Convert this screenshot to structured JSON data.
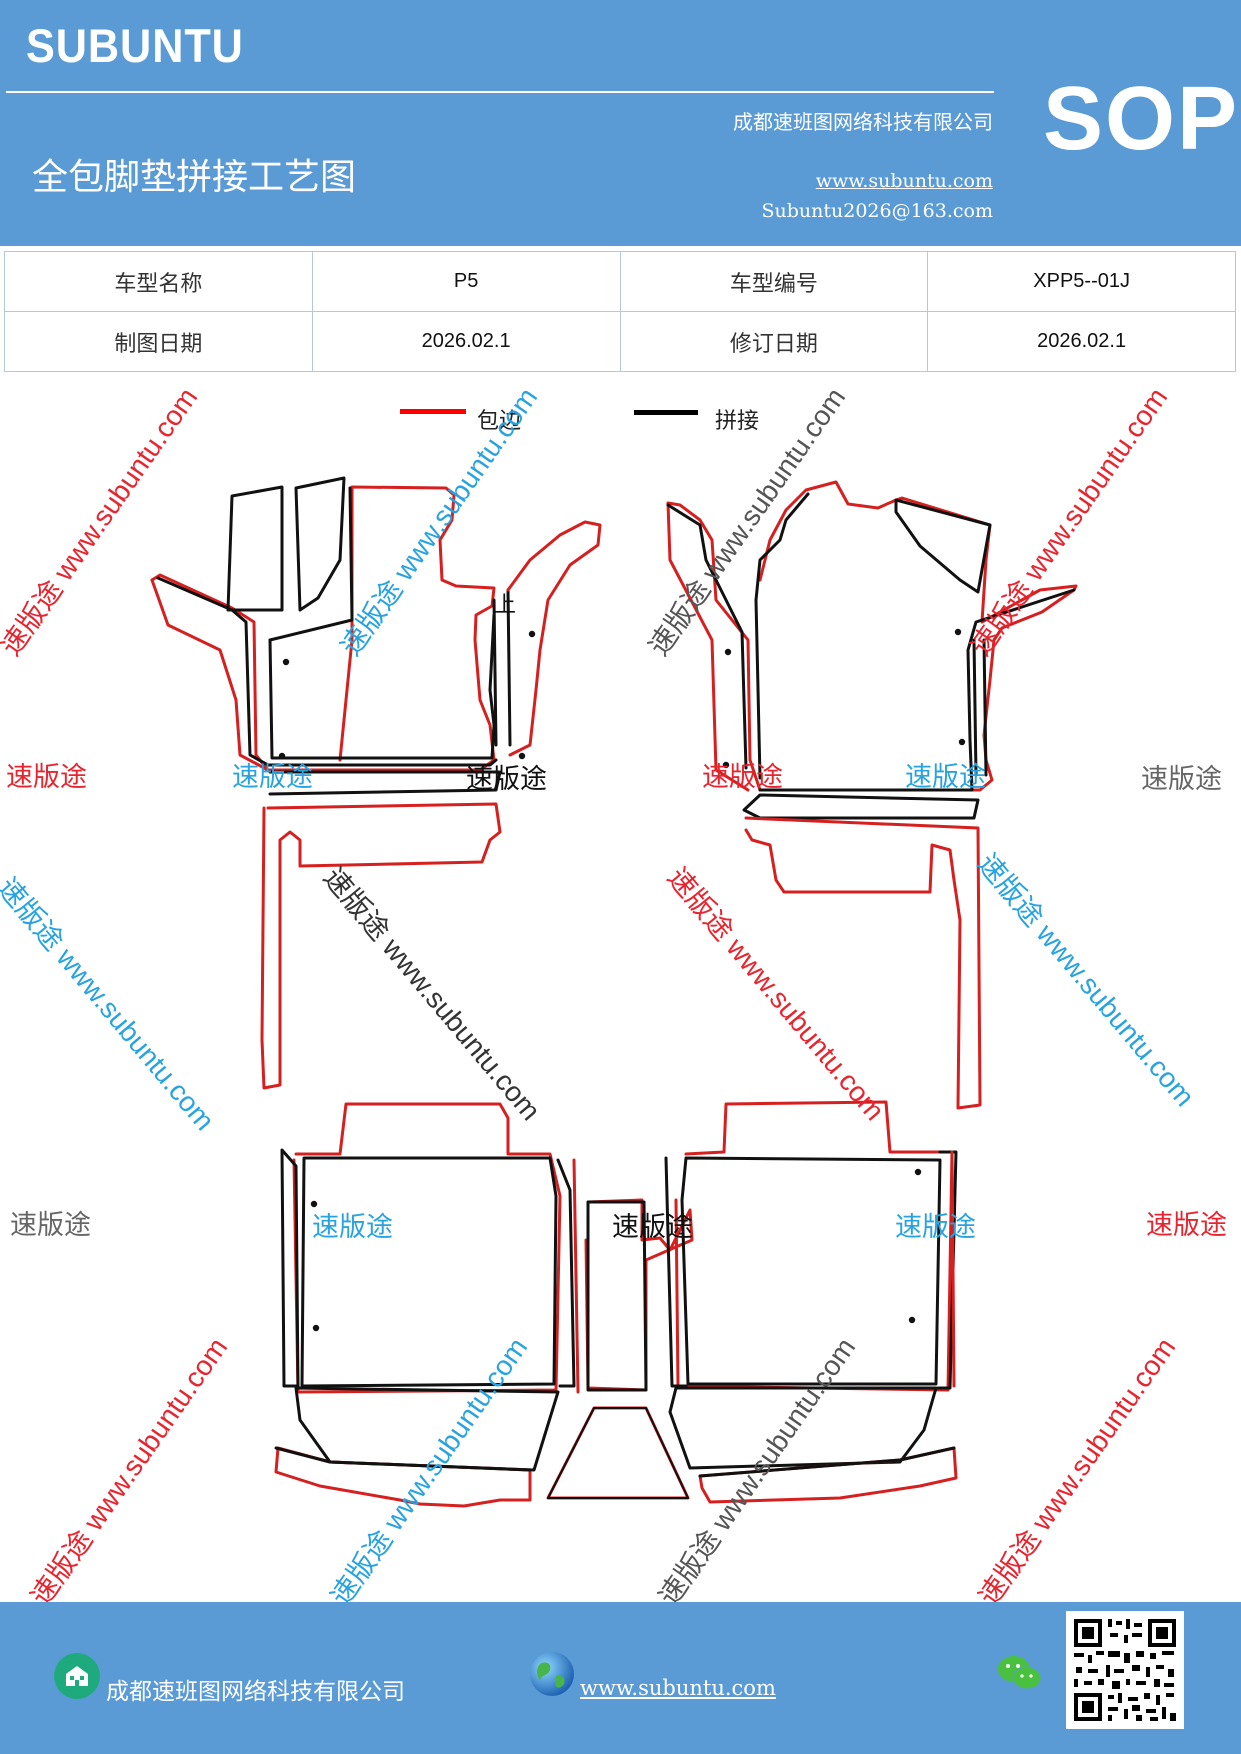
{
  "header": {
    "brand": "SUBUNTU",
    "company": "成都速班图网络科技有限公司",
    "doc_title": "全包脚垫拼接工艺图",
    "url": "www.subuntu.com",
    "email": "Subuntu2026@163.com",
    "sop": "SOP"
  },
  "info_table": {
    "model_name_label": "车型名称",
    "model_name_value": "P5",
    "model_code_label": "车型编号",
    "model_code_value": "XPP5--01J",
    "draw_date_label": "制图日期",
    "draw_date_value": "2026.02.1",
    "revise_date_label": "修订日期",
    "revise_date_value": "2026.02.1"
  },
  "legend": {
    "red_label": "包边",
    "black_label": "拼接",
    "red_color": "#ff0000",
    "black_color": "#000000"
  },
  "diagram": {
    "mark_up": "上"
  },
  "watermark": {
    "cn": "速版途",
    "url": "www.subuntu.com",
    "colors": [
      "#e8242f",
      "#29a3e0",
      "#555555"
    ]
  },
  "footer": {
    "company": "成都速班图网络科技有限公司",
    "url": "www.subuntu.com",
    "icons": [
      "building-icon",
      "globe-icon",
      "wechat-icon",
      "qr-code"
    ]
  }
}
